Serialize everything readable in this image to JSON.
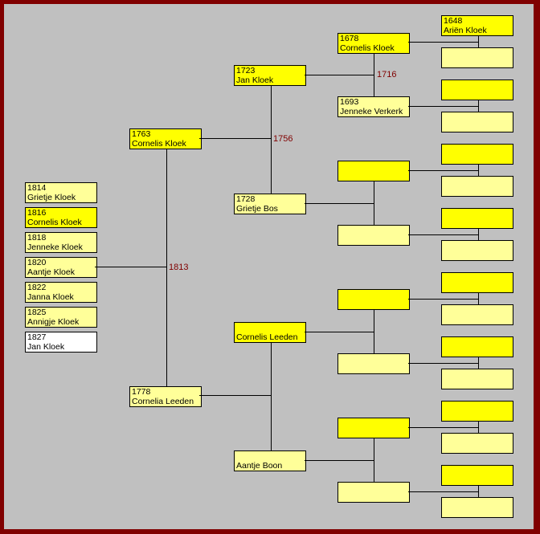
{
  "colors": {
    "border": "#800000",
    "background": "#c0c0c0",
    "male": "#ffff00",
    "female": "#ffff99",
    "unknown": "#ffffff",
    "marriage_year": "#800000"
  },
  "children": [
    {
      "year": "1814",
      "name": "Grietje Kloek"
    },
    {
      "year": "1816",
      "name": "Cornelis Kloek"
    },
    {
      "year": "1818",
      "name": "Jenneke Kloek"
    },
    {
      "year": "1820",
      "name": "Aantje Kloek"
    },
    {
      "year": "1822",
      "name": "Janna Kloek"
    },
    {
      "year": "1825",
      "name": "Annigje Kloek"
    },
    {
      "year": "1827",
      "name": "Jan Kloek"
    }
  ],
  "parents": {
    "father": {
      "year": "1763",
      "name": "Cornelis Kloek"
    },
    "mother": {
      "year": "1778",
      "name": "Cornelia Leeden"
    },
    "marriage": "1813"
  },
  "grandparents": {
    "paternal_father": {
      "year": "1723",
      "name": "Jan Kloek"
    },
    "paternal_mother": {
      "year": "1728",
      "name": "Grietje Bos"
    },
    "paternal_marriage": "1756",
    "maternal_father": {
      "name": "Cornelis Leeden"
    },
    "maternal_mother": {
      "name": "Aantje Boon"
    }
  },
  "great_grandparents": {
    "jan_father": {
      "year": "1678",
      "name": "Cornelis Kloek"
    },
    "jan_mother": {
      "year": "1693",
      "name": "Jenneke Verkerk"
    },
    "jan_marriage": "1716"
  },
  "gen4": {
    "cornelis_father": {
      "year": "1648",
      "name": "Ariën Kloek"
    }
  }
}
